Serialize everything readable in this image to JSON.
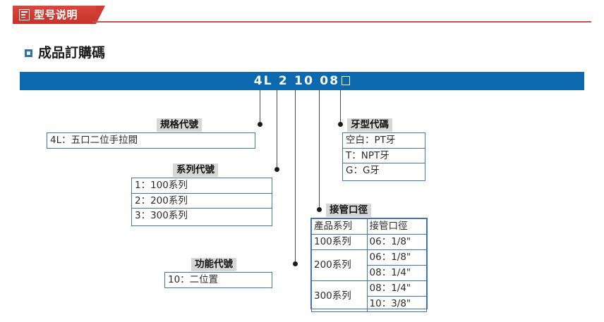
{
  "header": {
    "tab_label": "型号说明",
    "doc_icon": "document-icon",
    "accent_red": "#cf3b33"
  },
  "section": {
    "title": "成品訂購碼",
    "bullet_color": "#2f6fae"
  },
  "code_bar": {
    "code_text": "4L 2 10 08",
    "blank_box": "□",
    "bar_color": "#0c69b0"
  },
  "callouts": {
    "spec": {
      "label": "規格代號",
      "rows": [
        "4L：五口二位手拉閥"
      ]
    },
    "series": {
      "label": "系列代號",
      "rows": [
        "1：100系列",
        "2：200系列",
        "3：300系列"
      ]
    },
    "function": {
      "label": "功能代號",
      "rows": [
        "10：二位置"
      ]
    },
    "thread": {
      "label": "牙型代碼",
      "rows": [
        "空白：PT牙",
        "T：NPT牙",
        "G：G牙"
      ]
    },
    "port": {
      "label": "接管口徑",
      "table": {
        "headers": [
          "產品系列",
          "接管口徑"
        ],
        "groups": [
          {
            "series": "100系列",
            "sizes": [
              "06：1/8\""
            ]
          },
          {
            "series": "200系列",
            "sizes": [
              "06：1/8\"",
              "08：1/4\""
            ]
          },
          {
            "series": "300系列",
            "sizes": [
              "08：1/4\"",
              "10：3/8\""
            ]
          }
        ]
      }
    }
  }
}
